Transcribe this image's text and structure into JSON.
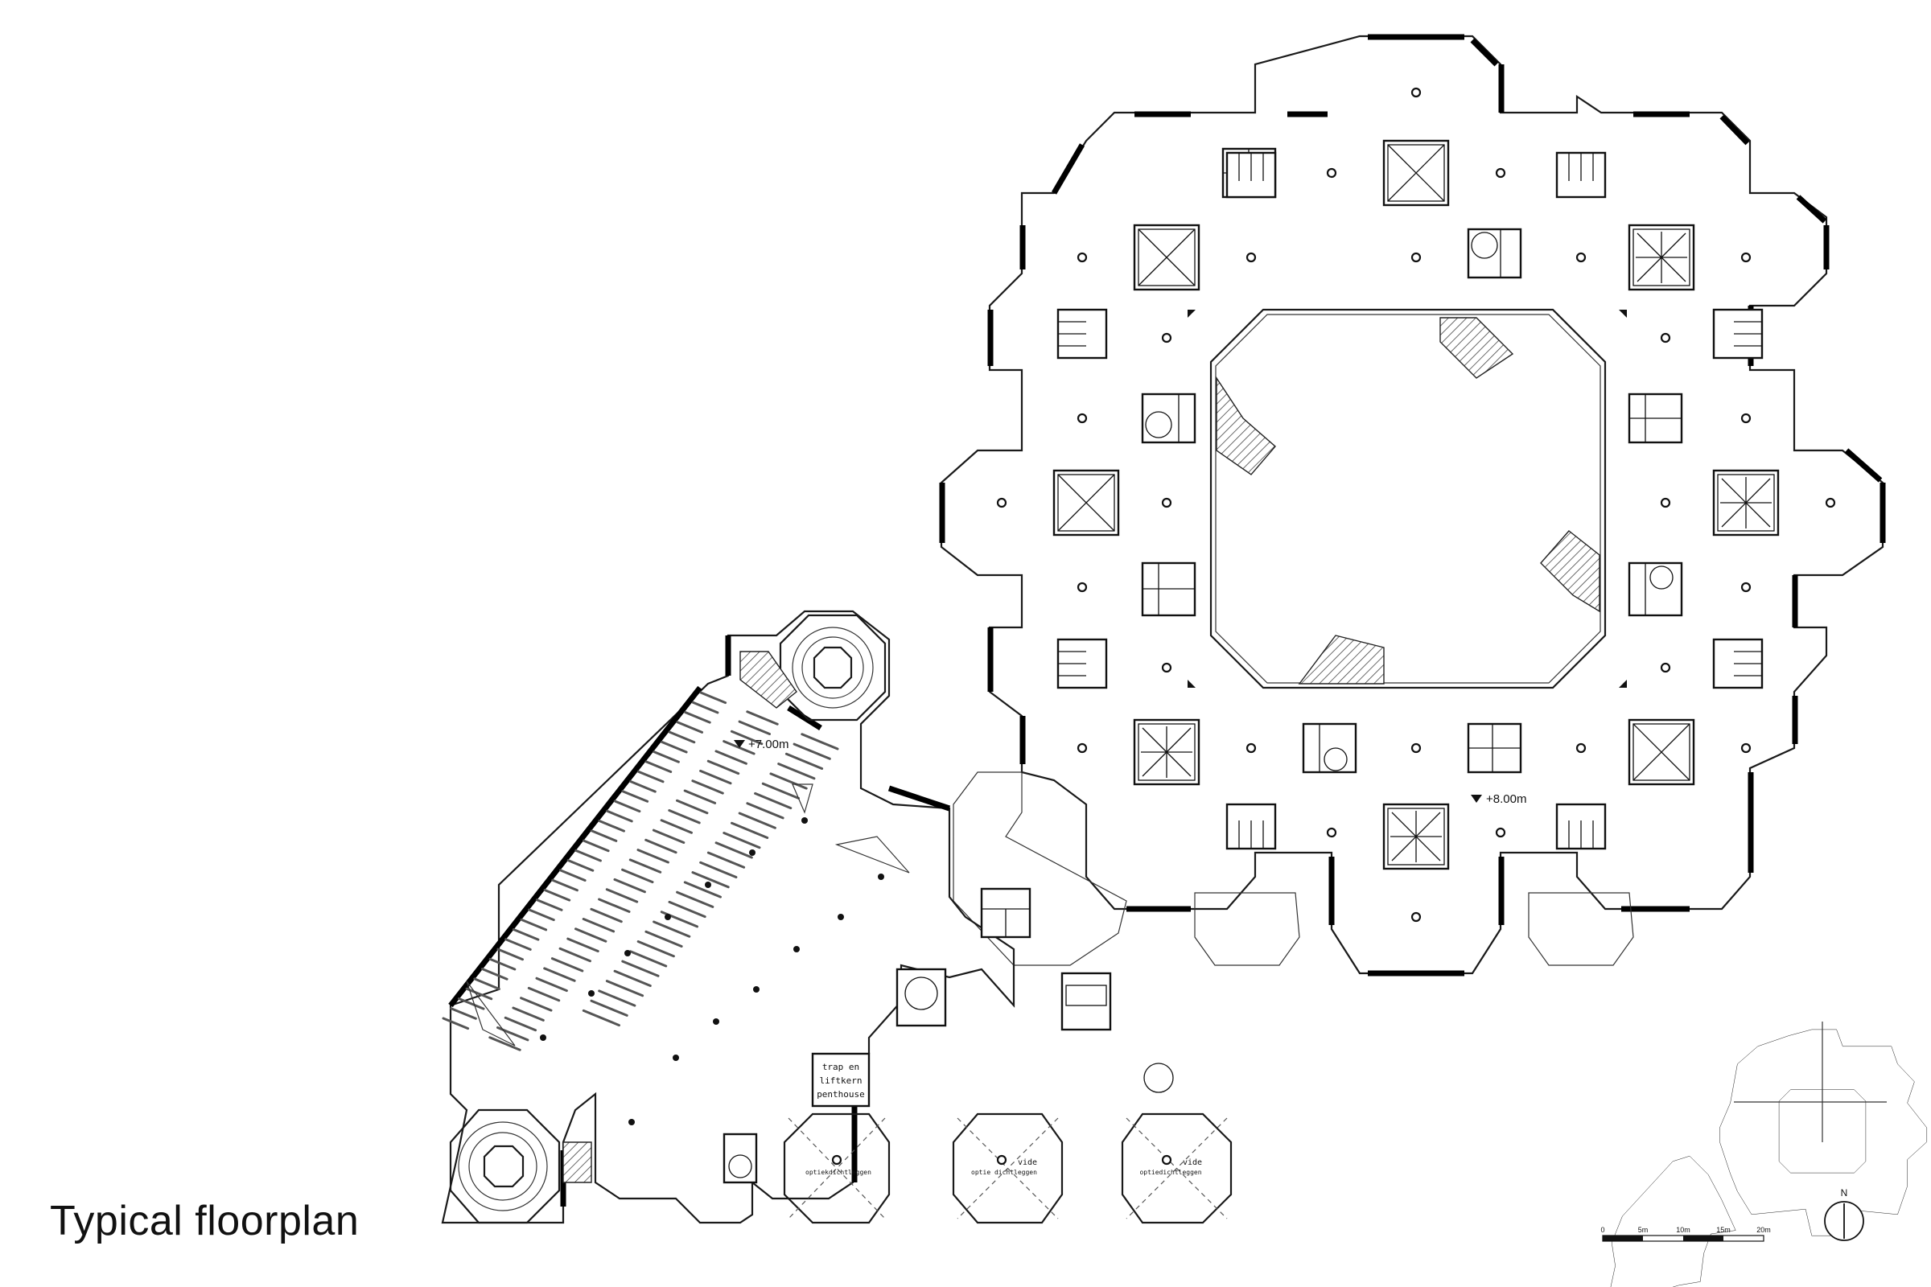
{
  "title": "Typical floorplan",
  "levels": {
    "upper": "+8.00m",
    "lower": "+7.00m"
  },
  "room_labels": {
    "penthouse_line1": "trap en",
    "penthouse_line2": "liftkern",
    "penthouse_line3": "penthouse",
    "bay_left": "optiekdichtleggen",
    "bay_mid_1": "vide",
    "bay_mid_2": "optie dichtleggen",
    "bay_right_1": "vide",
    "bay_right_2": "optiedichtleggen"
  },
  "scale_bar": {
    "ticks": [
      "0",
      "5m",
      "10m",
      "15m",
      "20m"
    ]
  },
  "north": "N",
  "colors": {
    "line": "#111111",
    "background": "#ffffff"
  }
}
